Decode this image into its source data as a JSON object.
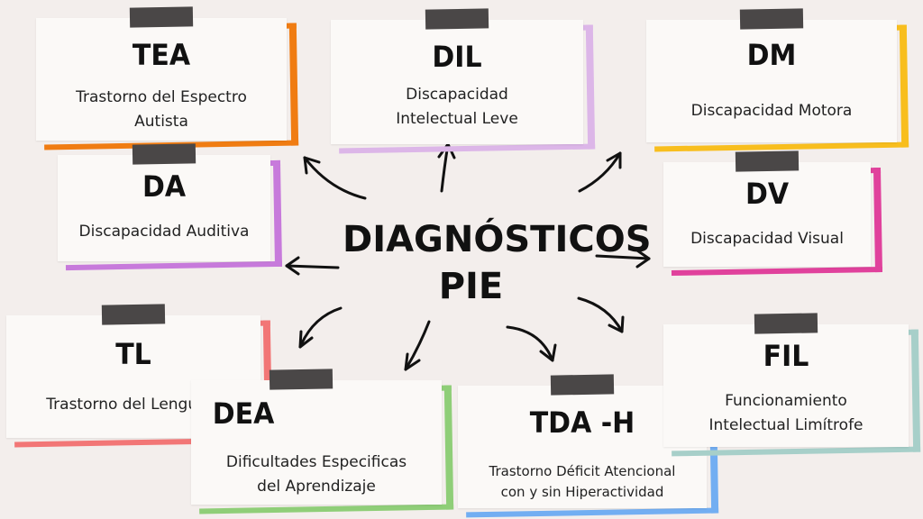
{
  "center": {
    "line1": "DIAGNÓSTICOS",
    "line2": "PIE"
  },
  "notes": [
    {
      "abbr": "TEA",
      "desc": "Trastorno del Espectro\nAutista",
      "color": "#f07c12"
    },
    {
      "abbr": "DIL",
      "desc": "Discapacidad\nIntelectual Leve",
      "color": "#dcb6e8"
    },
    {
      "abbr": "DM",
      "desc": "Discapacidad Motora",
      "color": "#f8be1e"
    },
    {
      "abbr": "DA",
      "desc": "Discapacidad Auditiva",
      "color": "#c77adb"
    },
    {
      "abbr": "DV",
      "desc": "Discapacidad Visual",
      "color": "#e0419c"
    },
    {
      "abbr": "TL",
      "desc": "Trastorno del Lenguaje",
      "color": "#f27676"
    },
    {
      "abbr": "DEA",
      "desc": "Dificultades Especificas\ndel Aprendizaje",
      "color": "#8fce78"
    },
    {
      "abbr": "TDA -H",
      "desc": "Trastorno Déficit Atencional\ncon y sin Hiperactividad",
      "color": "#72aef2"
    },
    {
      "abbr": "FIL",
      "desc": "Funcionamiento\nIntelectual Limítrofe",
      "color": "#a7cfc9"
    }
  ]
}
